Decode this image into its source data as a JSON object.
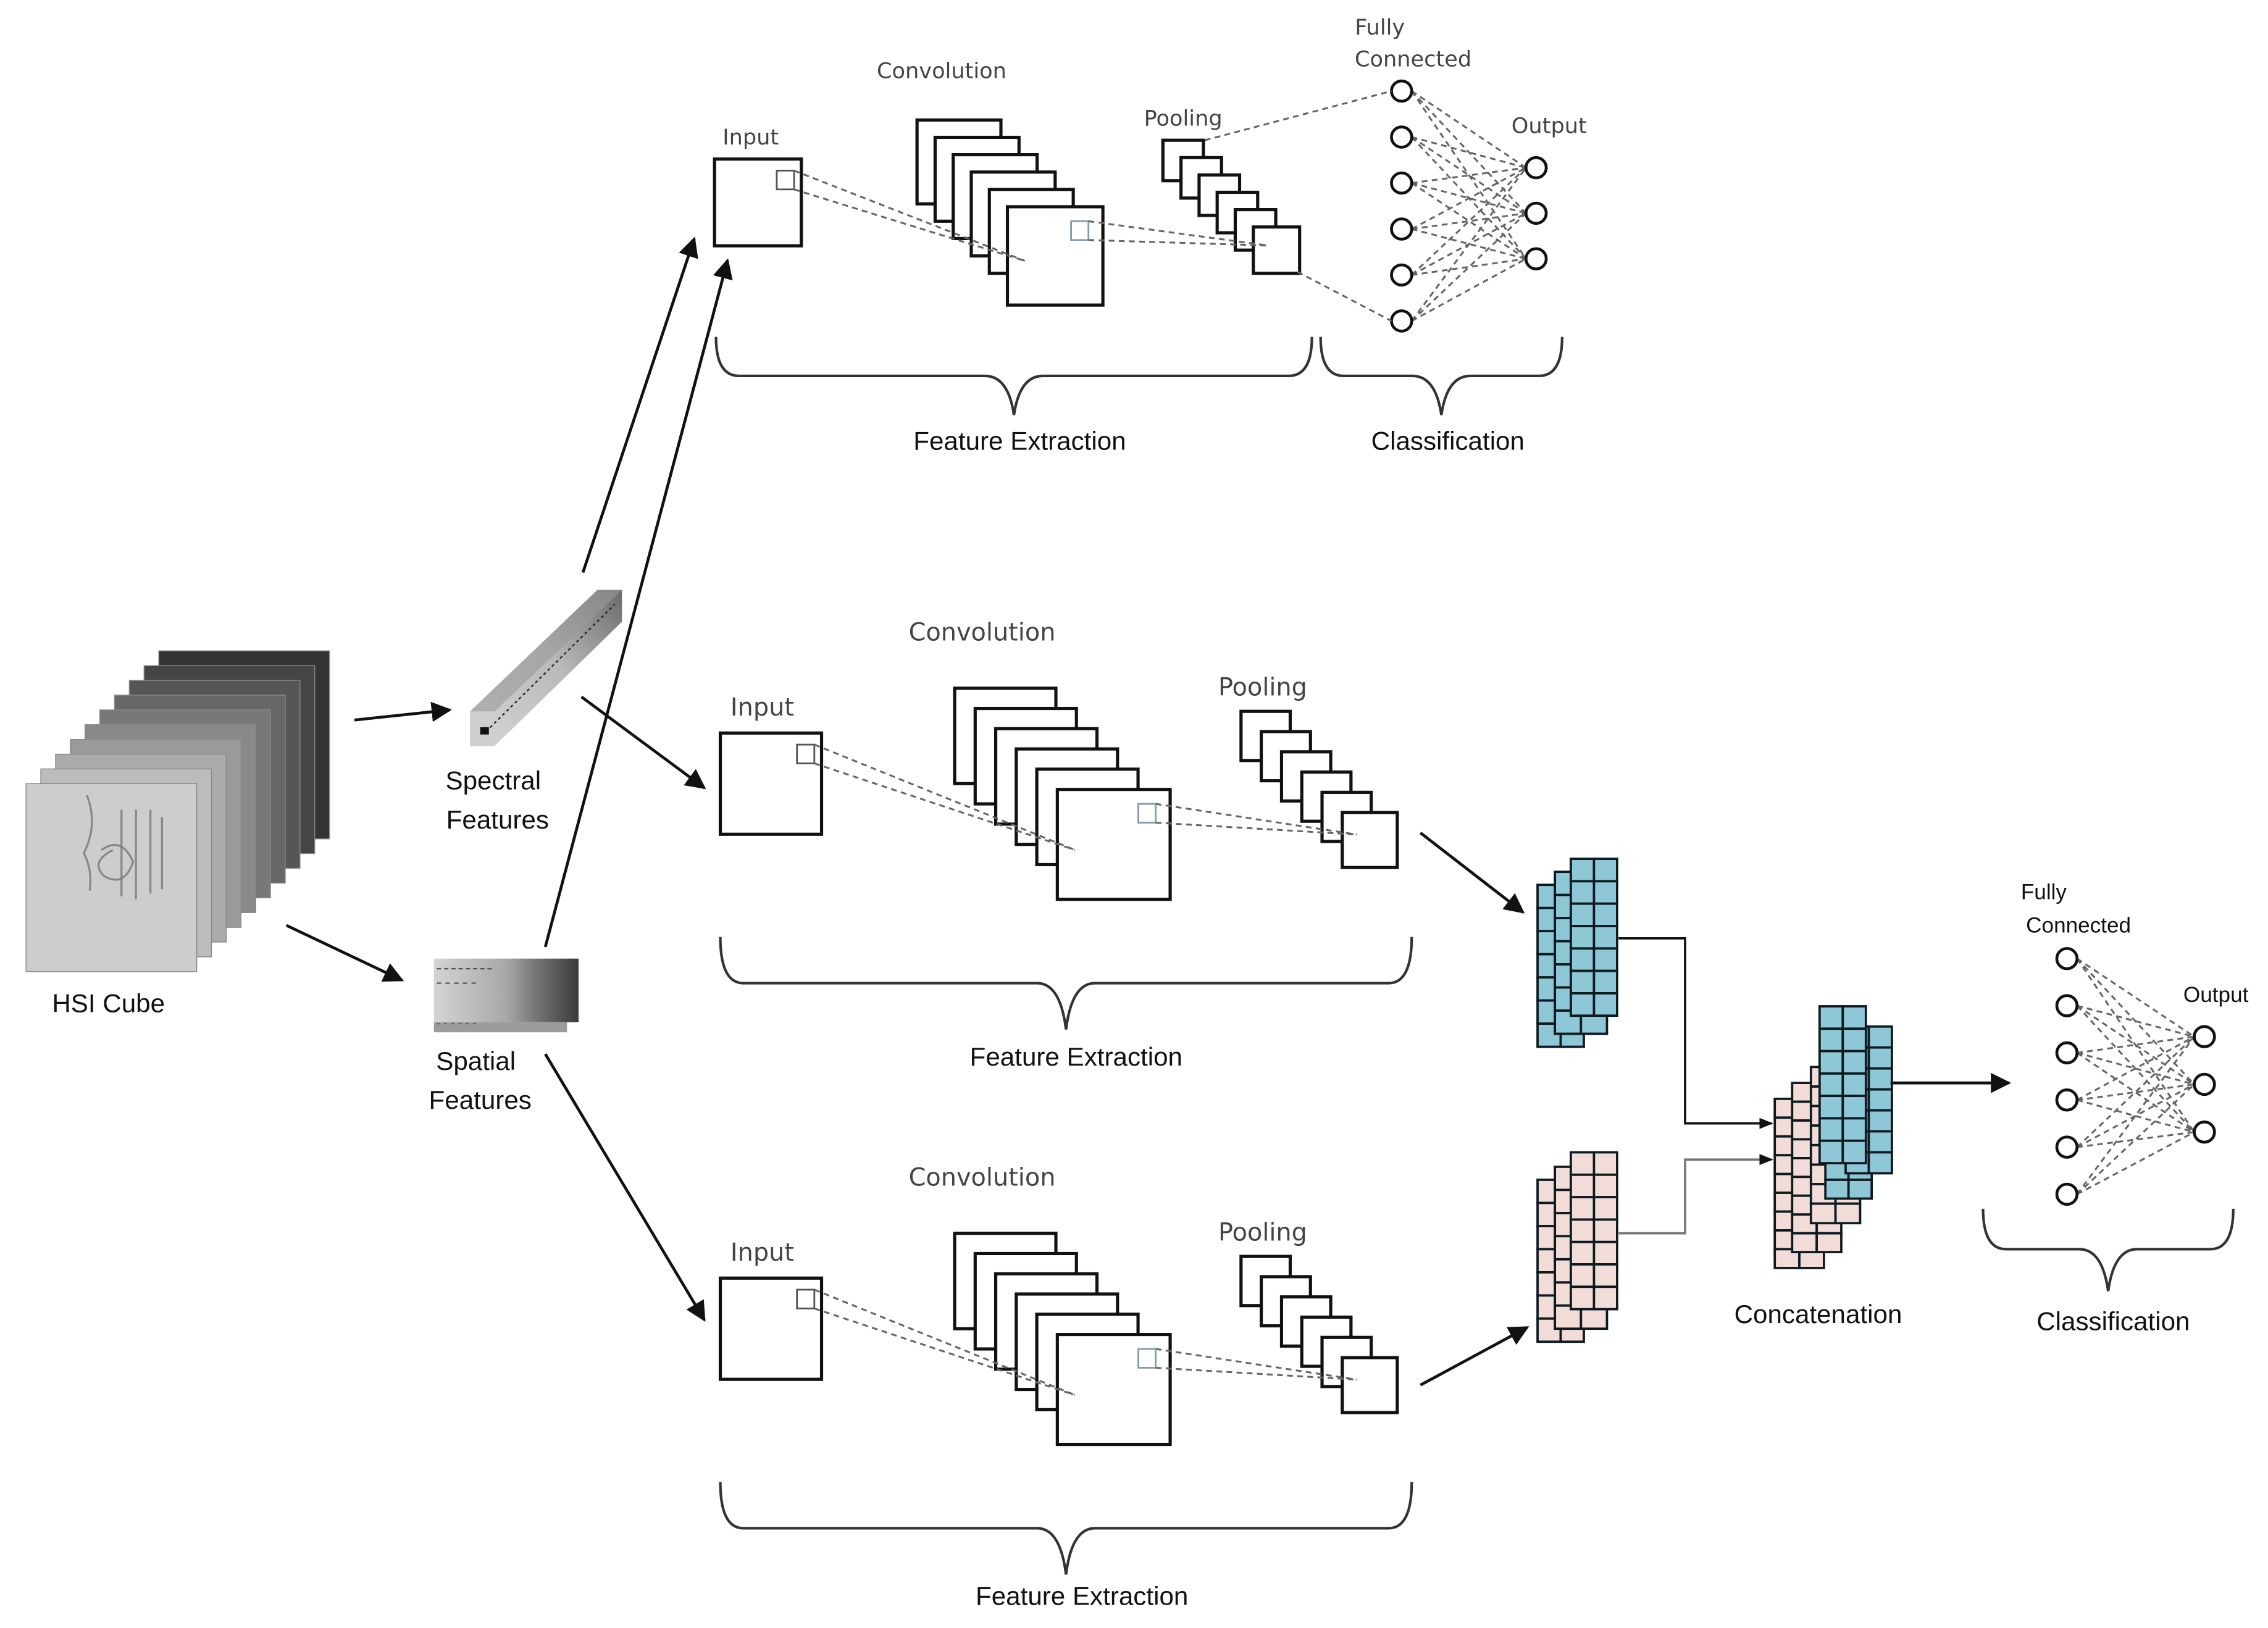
{
  "title": "Spectral-spatial CNN architecture for HSI classification",
  "colors": {
    "spectral_map": "#8ec7d6",
    "spatial_map": "#f2dcd8",
    "line": "#111111",
    "dashed": "#666666"
  },
  "inputs": {
    "hsi_cube_label": "HSI Cube",
    "spectral_label_line1": "Spectral",
    "spectral_label_line2": "Features",
    "spatial_label_line1": "Spatial",
    "spatial_label_line2": "Features"
  },
  "branch_top": {
    "input_label": "Input",
    "convolution_label": "Convolution",
    "pooling_label": "Pooling",
    "fc_label_line1": "Fully",
    "fc_label_line2": "Connected",
    "output_label": "Output",
    "feature_extraction_label": "Feature Extraction",
    "classification_label": "Classification",
    "fc_nodes": 6,
    "output_nodes": 3
  },
  "branch_middle": {
    "input_label": "Input",
    "convolution_label": "Convolution",
    "pooling_label": "Pooling",
    "feature_extraction_label": "Feature Extraction"
  },
  "branch_bottom": {
    "input_label": "Input",
    "convolution_label": "Convolution",
    "pooling_label": "Pooling",
    "feature_extraction_label": "Feature Extraction"
  },
  "fusion": {
    "concatenation_label": "Concatenation",
    "fc_label_line1": "Fully",
    "fc_label_line2": "Connected",
    "output_label": "Output",
    "classification_label": "Classification",
    "fc_nodes": 6,
    "output_nodes": 3
  }
}
